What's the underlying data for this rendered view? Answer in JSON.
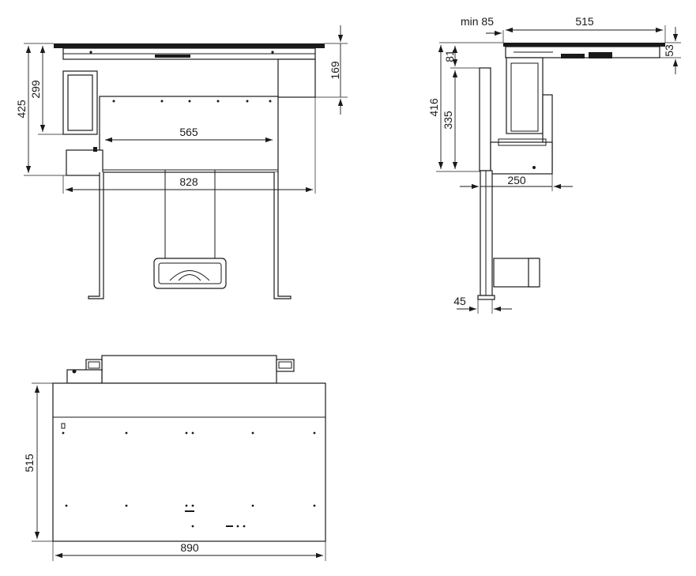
{
  "colors": {
    "line": "#1a1a1a",
    "paper": "#ffffff"
  },
  "dimensions": {
    "front": {
      "d425": "425",
      "d299": "299",
      "d169": "169",
      "d565": "565",
      "d828": "828"
    },
    "side": {
      "min85": "min 85",
      "d515": "515",
      "d53": "53",
      "d81": "81",
      "d416": "416",
      "d335": "335",
      "d250": "250",
      "d45": "45"
    },
    "top": {
      "d515": "515",
      "d890": "890"
    }
  }
}
